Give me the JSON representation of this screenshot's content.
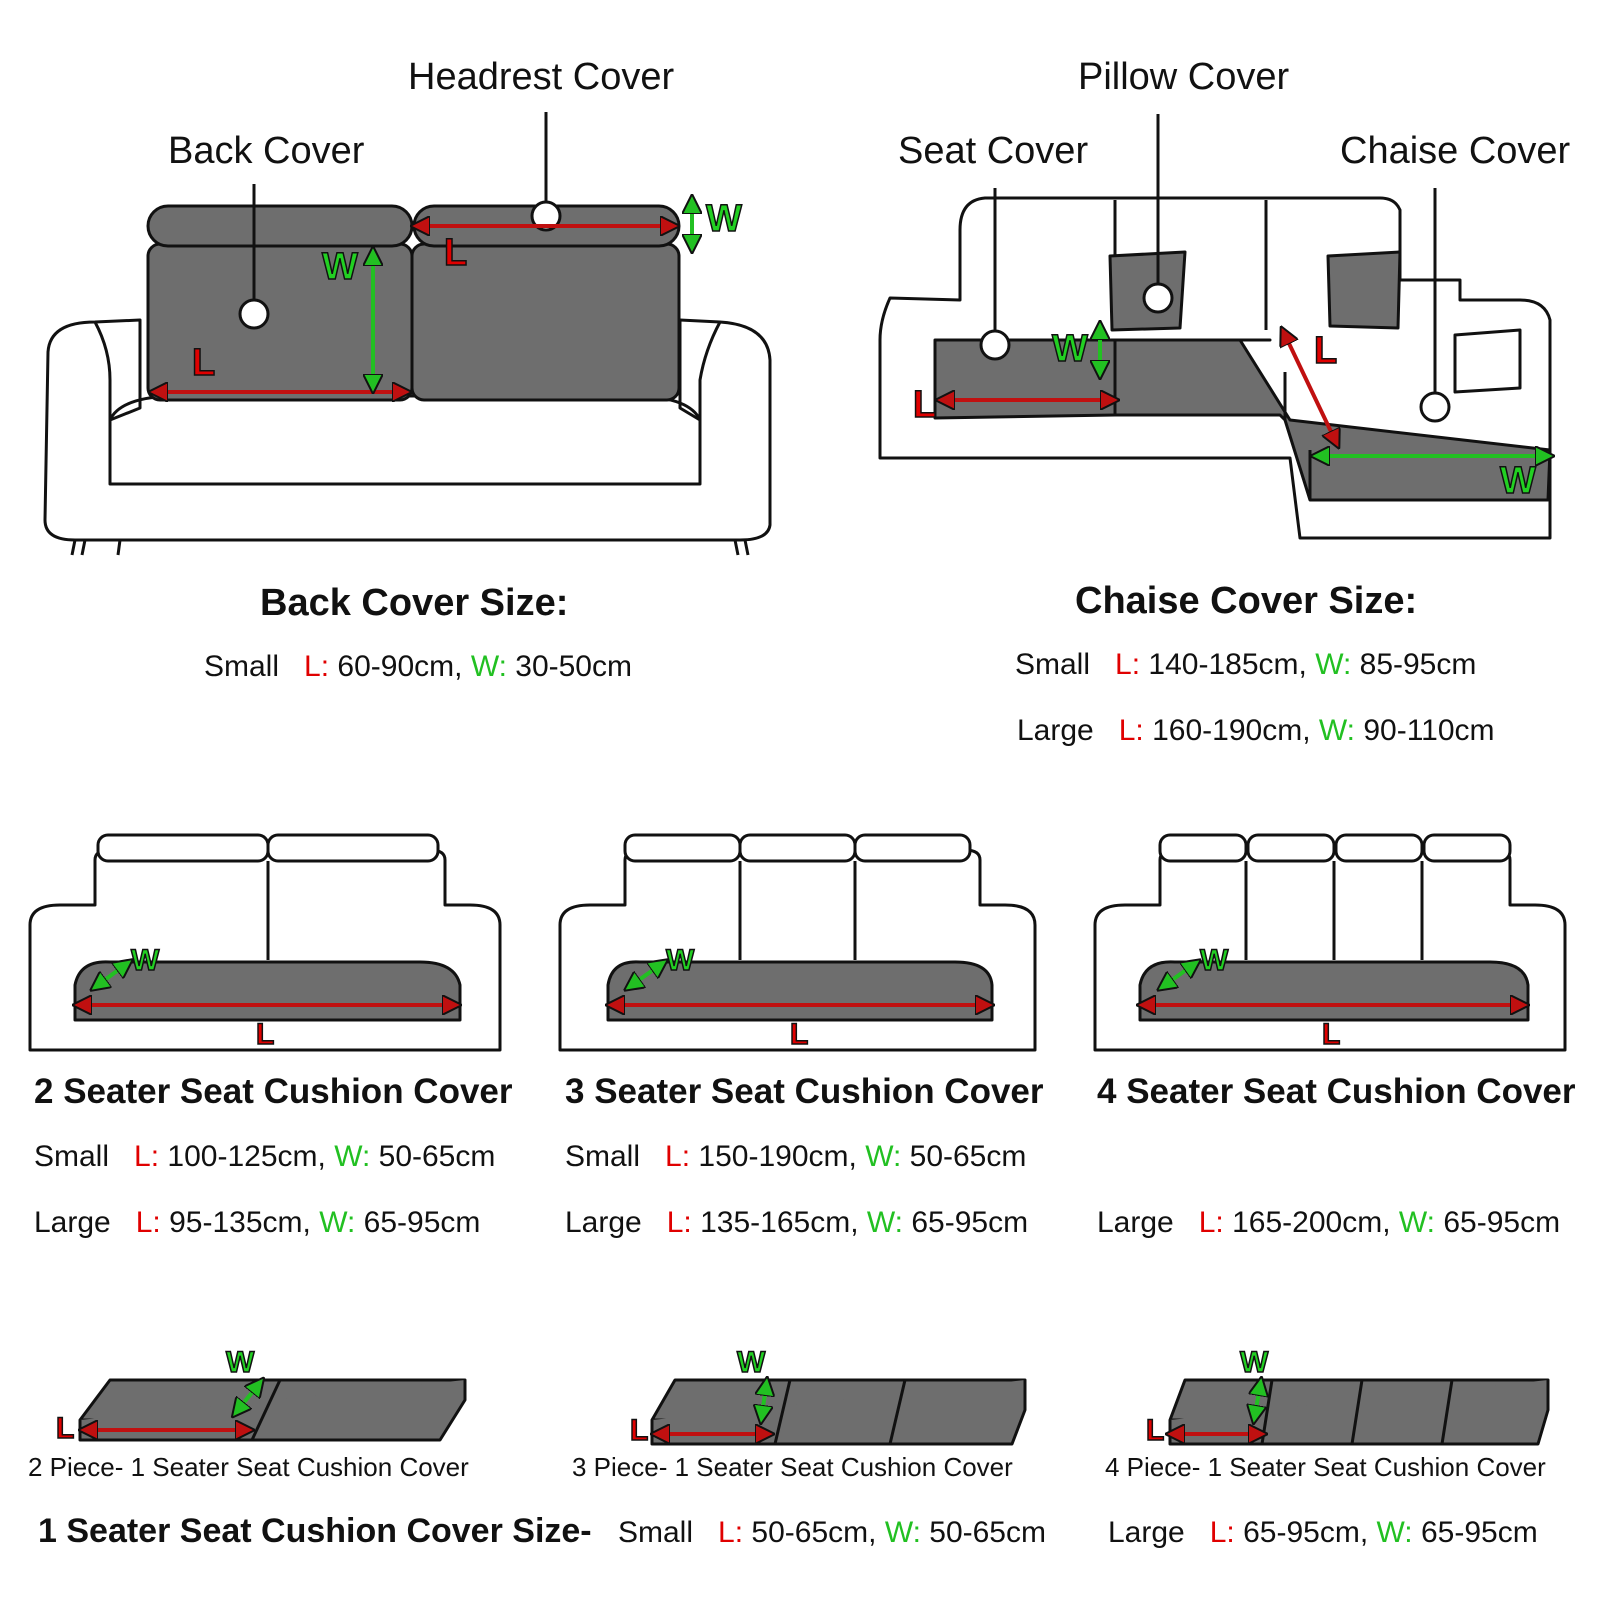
{
  "colors": {
    "cover_fill": "#6e6e6e",
    "length_arrow": "#c01010",
    "width_arrow": "#22c022",
    "outline": "#111111"
  },
  "markers": {
    "length": "L",
    "width": "W"
  },
  "callouts": {
    "back_cover": "Back Cover",
    "headrest_cover": "Headrest Cover",
    "pillow_cover": "Pillow Cover",
    "seat_cover": "Seat Cover",
    "chaise_cover": "Chaise Cover"
  },
  "back_cover_size": {
    "heading": "Back Cover Size:",
    "rows": [
      {
        "size": "Small",
        "l_label": "L:",
        "l_value": "60-90cm,",
        "w_label": "W:",
        "w_value": "30-50cm"
      }
    ]
  },
  "chaise_cover_size": {
    "heading": "Chaise Cover Size:",
    "rows": [
      {
        "size": "Small",
        "l_label": "L:",
        "l_value": "140-185cm,",
        "w_label": "W:",
        "w_value": "85-95cm"
      },
      {
        "size": "Large",
        "l_label": "L:",
        "l_value": "160-190cm,",
        "w_label": "W:",
        "w_value": "90-110cm"
      }
    ]
  },
  "seater_covers": [
    {
      "title": "2 Seater Seat Cushion Cover",
      "rows": [
        {
          "size": "Small",
          "l_label": "L:",
          "l_value": "100-125cm,",
          "w_label": "W:",
          "w_value": "50-65cm"
        },
        {
          "size": "Large",
          "l_label": "L:",
          "l_value": "95-135cm,",
          "w_label": "W:",
          "w_value": "65-95cm"
        }
      ]
    },
    {
      "title": "3 Seater Seat Cushion Cover",
      "rows": [
        {
          "size": "Small",
          "l_label": "L:",
          "l_value": "150-190cm,",
          "w_label": "W:",
          "w_value": "50-65cm"
        },
        {
          "size": "Large",
          "l_label": "L:",
          "l_value": "135-165cm,",
          "w_label": "W:",
          "w_value": "65-95cm"
        }
      ]
    },
    {
      "title": "4 Seater Seat Cushion Cover",
      "rows": [
        {
          "size": "Large",
          "l_label": "L:",
          "l_value": "165-200cm,",
          "w_label": "W:",
          "w_value": "65-95cm"
        }
      ]
    }
  ],
  "piece_captions": [
    "2 Piece- 1 Seater Seat Cushion Cover",
    "3 Piece- 1 Seater Seat Cushion Cover",
    "4 Piece- 1 Seater Seat Cushion Cover"
  ],
  "one_seater_size": {
    "heading": "1 Seater Seat Cushion Cover Size-",
    "rows": [
      {
        "size": "Small",
        "l_label": "L:",
        "l_value": "50-65cm,",
        "w_label": "W:",
        "w_value": "50-65cm"
      },
      {
        "size": "Large",
        "l_label": "L:",
        "l_value": "65-95cm,",
        "w_label": "W:",
        "w_value": "65-95cm"
      }
    ]
  }
}
